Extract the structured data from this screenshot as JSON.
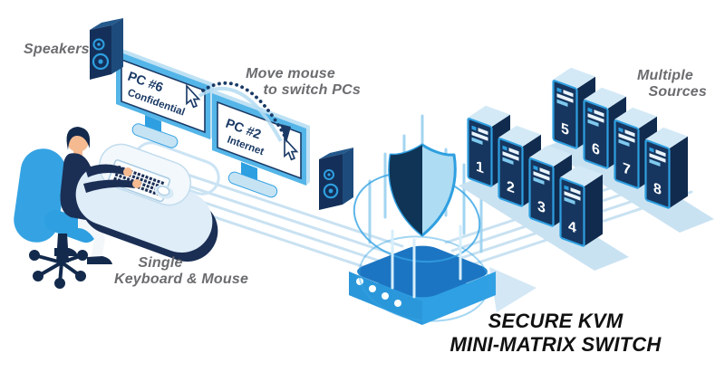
{
  "title": {
    "line1": "SECURE KVM",
    "line2": "MINI-MATRIX SWITCH"
  },
  "labels": {
    "speakers": "Speakers",
    "move_mouse_line1": "Move mouse",
    "move_mouse_line2": "to switch PCs",
    "multiple_sources_line1": "Multiple",
    "multiple_sources_line2": "Sources",
    "single_line1": "Single",
    "single_line2": "Keyboard & Mouse"
  },
  "monitors": [
    {
      "name": "PC #6",
      "desc": "Confidential"
    },
    {
      "name": "PC #2",
      "desc": "Internet"
    }
  ],
  "servers": {
    "labels": [
      "1",
      "2",
      "3",
      "4",
      "5",
      "6",
      "7",
      "8"
    ]
  },
  "colors": {
    "navy": "#14305A",
    "bright_blue": "#2E9FE0",
    "mid_blue": "#1C75C2",
    "pale_blue": "#CDE6F5",
    "gray_text": "#6B6C6F",
    "black_text": "#111111"
  }
}
